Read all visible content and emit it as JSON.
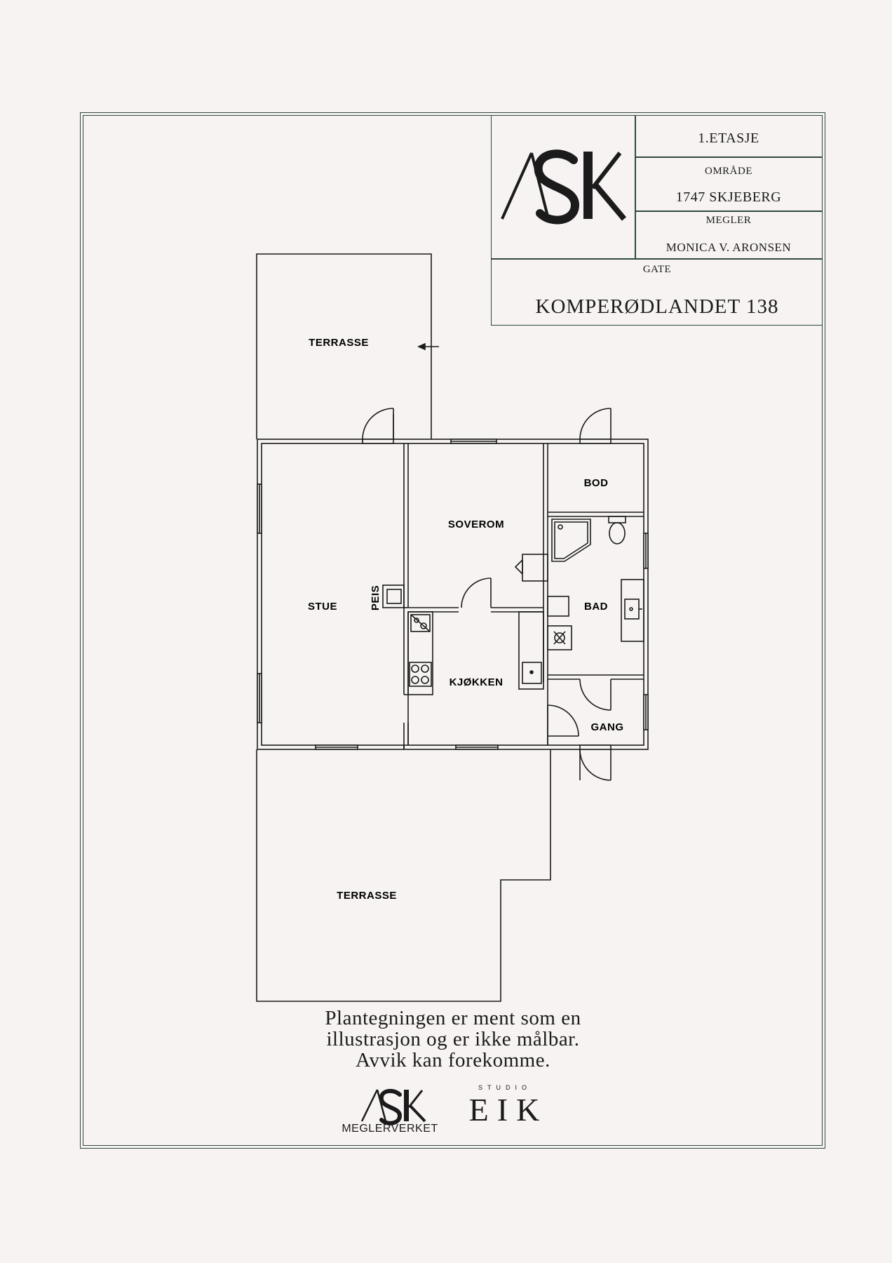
{
  "title_block": {
    "floor": "1.ETASJE",
    "area_label": "OMRÅDE",
    "area_value": "1747 SKJEBERG",
    "broker_label": "MEGLER",
    "broker_value": "MONICA V. ARONSEN",
    "street_label": "GATE",
    "street_value": "KOMPERØDLANDET 138"
  },
  "logo": {
    "brand": "ASK"
  },
  "rooms": {
    "terrace_top": "TERRASSE",
    "stue": "STUE",
    "peis": "PEIS",
    "soverom": "SOVEROM",
    "kjokken": "KJØKKEN",
    "bod": "BOD",
    "bad": "BAD",
    "gang": "GANG",
    "terrace_bottom": "TERRASSE"
  },
  "disclaimer": {
    "line1": "Plantegningen er ment som en",
    "line2": "illustrasjon og er ikke målbar.",
    "line3": "Avvik kan forekomme."
  },
  "footer": {
    "left_logo_sub": "MEGLERVERKET",
    "studio_label": "STUDIO",
    "studio_name": "EIK"
  },
  "colors": {
    "background": "#f7f3f2",
    "frame": "#2f4a3a",
    "ink": "#1b1b1b"
  }
}
